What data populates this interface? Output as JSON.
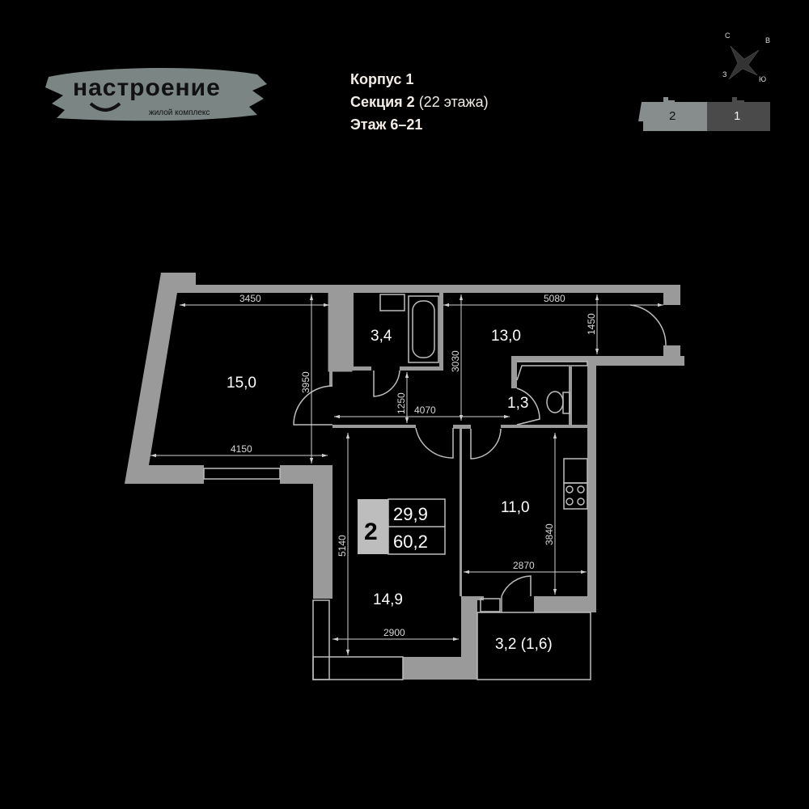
{
  "logo": {
    "name": "настроение",
    "subtitle": "жилой комплекс"
  },
  "header": {
    "building": "Корпус 1",
    "section": "Секция 2",
    "section_floors": "(22 этажа)",
    "floor": "Этаж 6–21"
  },
  "compass": {
    "north": "С",
    "east": "В",
    "west": "З",
    "south": "Ю"
  },
  "sections_map": {
    "sections": [
      {
        "label": "2",
        "color": "#868d8c",
        "active": true
      },
      {
        "label": "1",
        "color": "#4a4a4a",
        "active": false
      }
    ]
  },
  "plan": {
    "rooms": [
      {
        "area": "15,0"
      },
      {
        "area": "3,4"
      },
      {
        "area": "13,0"
      },
      {
        "area": "1,3"
      },
      {
        "area": "11,0"
      },
      {
        "area": "14,9"
      },
      {
        "area": "3,2 (1,6)"
      }
    ],
    "dimensions": [
      "3450",
      "3950",
      "4150",
      "1250",
      "4070",
      "3030",
      "5080",
      "1450",
      "5140",
      "3840",
      "2870",
      "2900"
    ],
    "summary": {
      "rooms": "2",
      "living_area": "29,9",
      "total_area": "60,2"
    }
  },
  "colors": {
    "wall": "#9a9a9a",
    "background": "#000000"
  }
}
